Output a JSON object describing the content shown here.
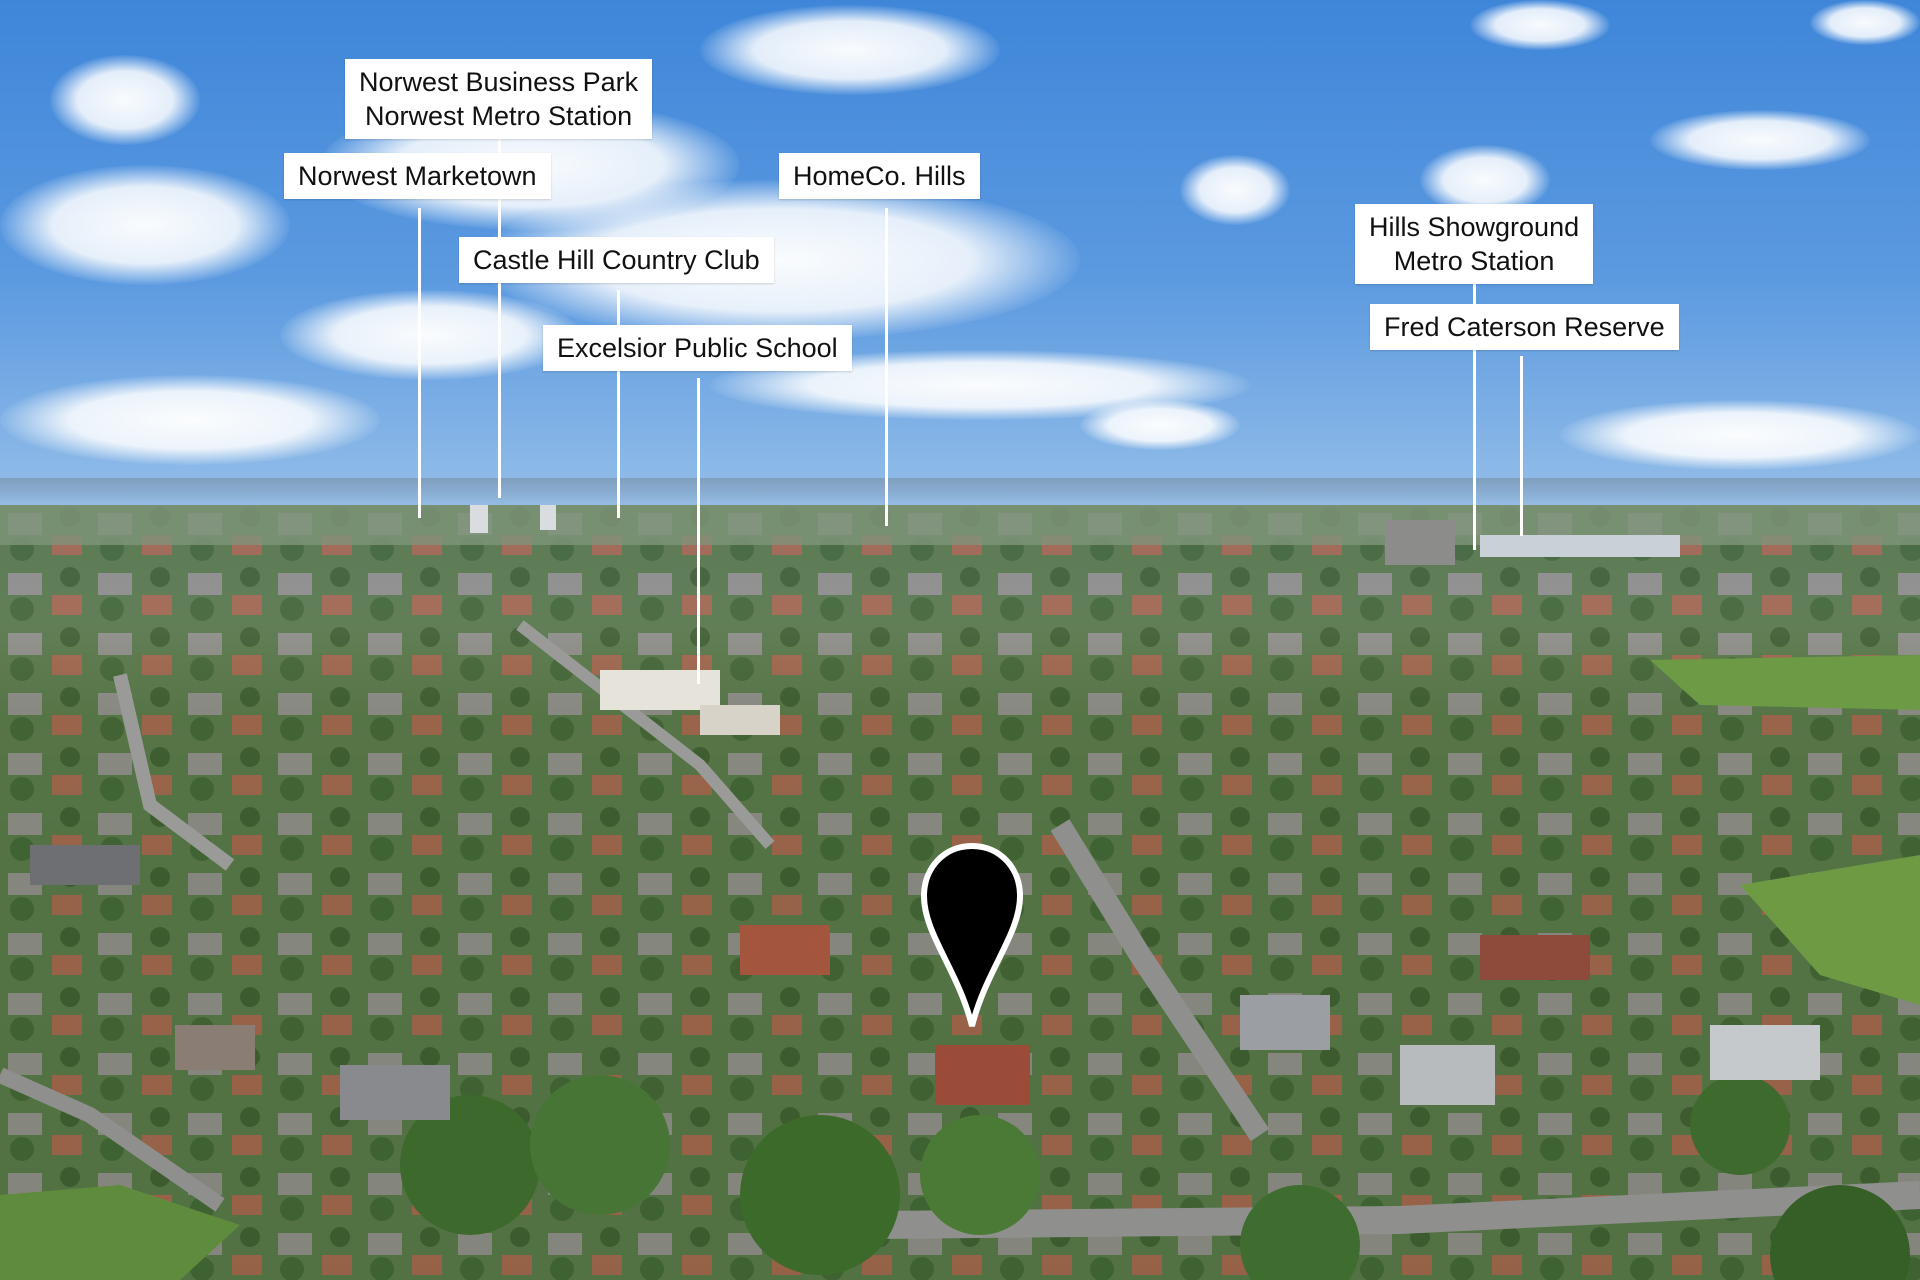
{
  "labels": {
    "norwest_business_park": "Norwest Business Park",
    "norwest_metro_station": "Norwest Metro Station",
    "norwest_marketown": "Norwest Marketown",
    "castle_hill_country_club": "Castle Hill Country Club",
    "excelsior_public_school": "Excelsior Public School",
    "homeco_hills": "HomeCo. Hills",
    "hills_showground": "Hills Showground",
    "hills_showground_metro": "Metro Station",
    "fred_caterson_reserve": "Fred Caterson Reserve"
  },
  "colors": {
    "sky_top": "#3f86d9",
    "sky_horizon": "#cfe0f2",
    "foliage": "#49683a",
    "label_bg": "#ffffff",
    "label_text": "#111111",
    "pin": "#000000"
  },
  "icons": {
    "property_marker": "location-pin-icon"
  }
}
